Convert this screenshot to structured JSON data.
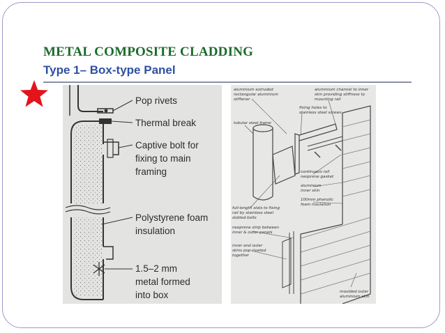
{
  "slide": {
    "title": "METAL COMPOSITE CLADDING",
    "subtitle": "Type 1– Box-type Panel",
    "accent_color": "#1b6b2b",
    "subtitle_color": "#2e4fa3",
    "star_color": "#e3141b",
    "star_icon": "star-icon"
  },
  "figure_left": {
    "labels": {
      "pop_rivets": "Pop rivets",
      "thermal_break": "Thermal break",
      "captive_bolt_1": "Captive bolt for",
      "captive_bolt_2": "fixing to main",
      "captive_bolt_3": "framing",
      "foam_1": "Polystyrene foam",
      "foam_2": "insulation",
      "thickness_1": "1.5–2 mm",
      "thickness_2": "metal formed",
      "thickness_3": "into box"
    }
  },
  "figure_right": {
    "labels": {
      "extrusion_1": "aluminium extruded",
      "extrusion_2": "rectangular aluminium",
      "extrusion_3": "stiffener",
      "channel_1": "aluminium channel to inner",
      "channel_2": "skin providing stiffness to",
      "channel_3": "mounting rail",
      "fixing_1": "fixing holes to",
      "fixing_2": "stainless steel screws",
      "tubular": "tubular steel frame",
      "gasket_1": "continuous roll",
      "gasket_2": "neoprene gasket",
      "inner_skin_1": "aluminium",
      "inner_skin_2": "inner skin",
      "foam_1": "100mm phenolic",
      "foam_2": "foam insulation",
      "slots_1": "full-length slots to fixing",
      "slots_2": "rail by stainless steel",
      "slots_3": "slotted bolts",
      "strip_1": "neoprene strip between",
      "strip_2": "inner & outer panels",
      "skins_1": "inner and outer",
      "skins_2": "skins pop-riveted",
      "skins_3": "together",
      "outer_1": "moulded outer",
      "outer_2": "aluminium skin"
    }
  }
}
